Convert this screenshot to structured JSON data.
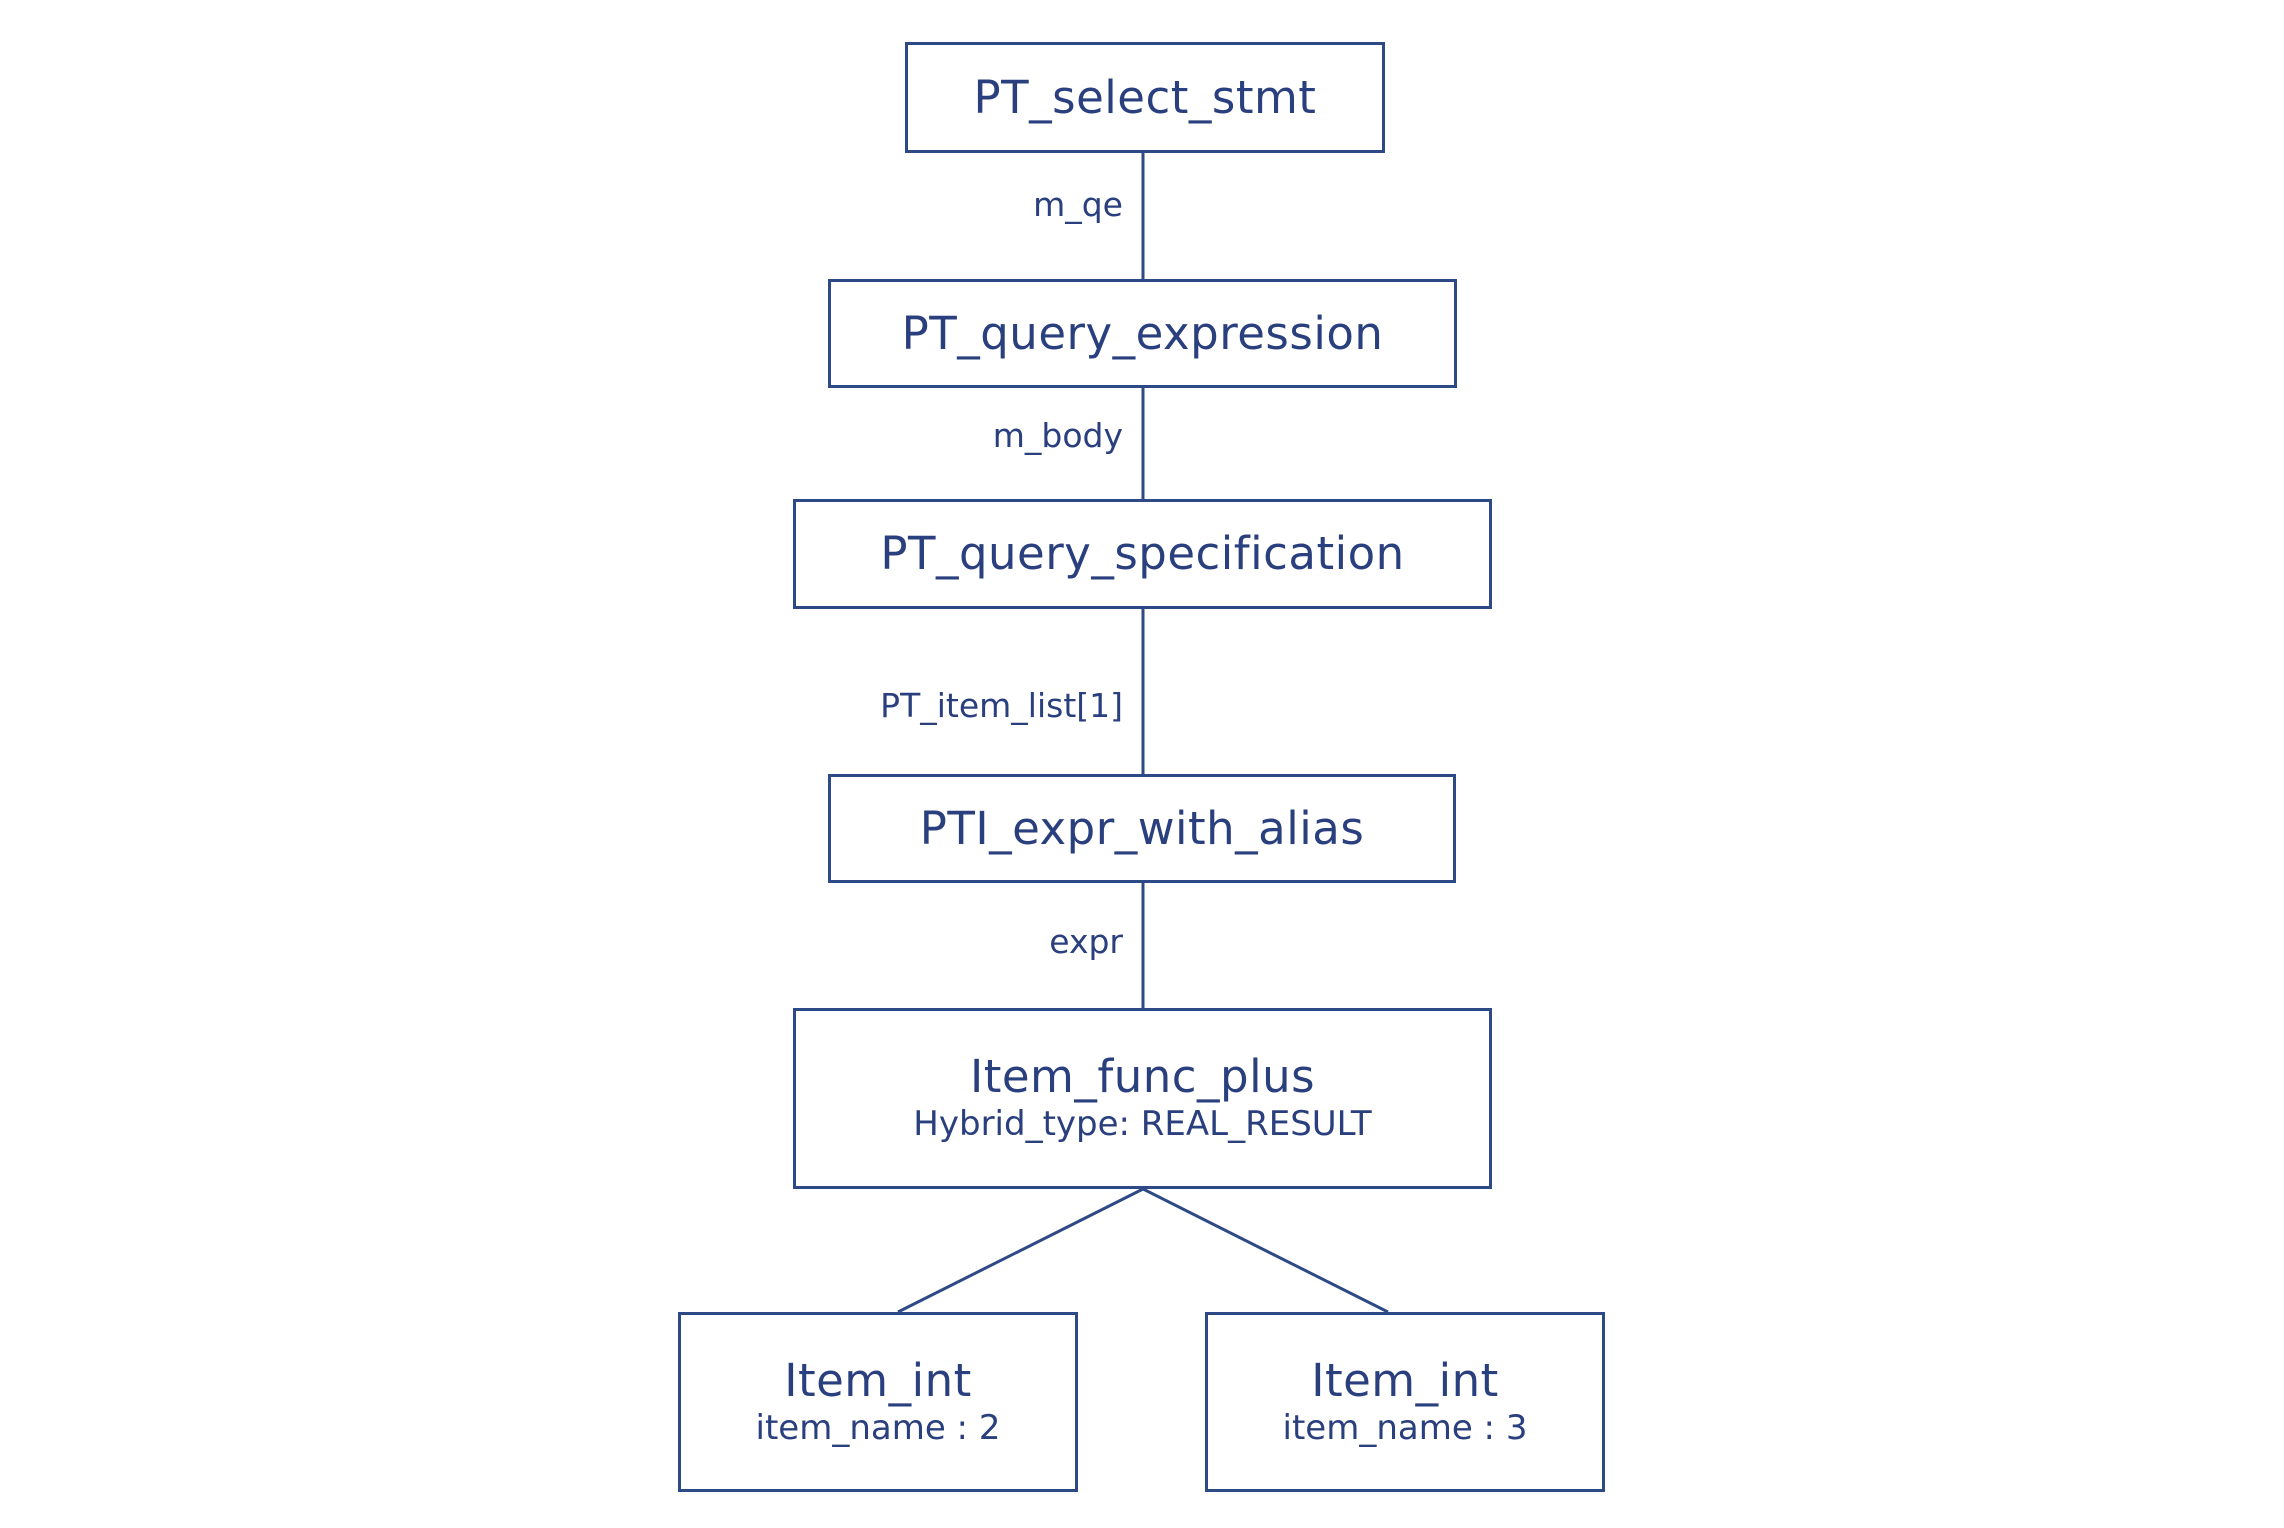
{
  "diagram": {
    "type": "parse-tree",
    "background_color": "#ffffff",
    "node_stroke_color": "#2e4a86",
    "text_color": "#2a3f7d",
    "nodes": [
      {
        "id": "pt_select_stmt",
        "title": "PT_select_stmt",
        "sub": ""
      },
      {
        "id": "pt_query_expression",
        "title": "PT_query_expression",
        "sub": ""
      },
      {
        "id": "pt_query_specification",
        "title": "PT_query_specification",
        "sub": ""
      },
      {
        "id": "pti_expr_with_alias",
        "title": "PTI_expr_with_alias",
        "sub": ""
      },
      {
        "id": "item_func_plus",
        "title": "Item_func_plus",
        "sub": "Hybrid_type: REAL_RESULT"
      },
      {
        "id": "item_int_left",
        "title": "Item_int",
        "sub": "item_name : 2"
      },
      {
        "id": "item_int_right",
        "title": "Item_int",
        "sub": "item_name : 3"
      }
    ],
    "edges": [
      {
        "from": "pt_select_stmt",
        "to": "pt_query_expression",
        "label": "m_qe"
      },
      {
        "from": "pt_query_expression",
        "to": "pt_query_specification",
        "label": "m_body"
      },
      {
        "from": "pt_query_specification",
        "to": "pti_expr_with_alias",
        "label": "PT_item_list[1]"
      },
      {
        "from": "pti_expr_with_alias",
        "to": "item_func_plus",
        "label": "expr"
      },
      {
        "from": "item_func_plus",
        "to": "item_int_left",
        "label": ""
      },
      {
        "from": "item_func_plus",
        "to": "item_int_right",
        "label": ""
      }
    ]
  }
}
